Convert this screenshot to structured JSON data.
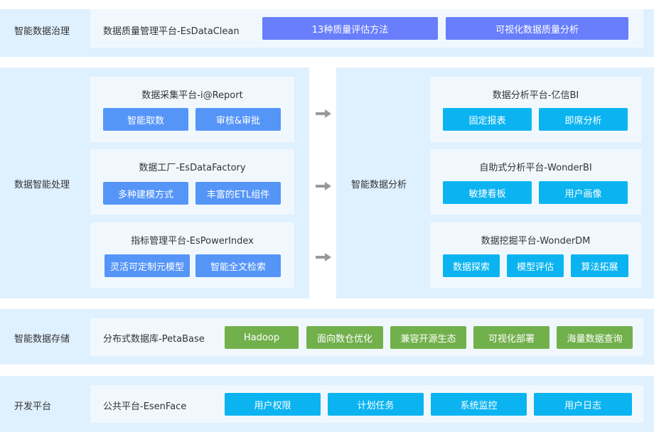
{
  "colors": {
    "panel": "#dff0fe",
    "inner": "#f0f8fe",
    "purple": "#687efb",
    "blue": "#5595f8",
    "cyan": "#0bb4f1",
    "green": "#72b04c"
  },
  "governance": {
    "label": "智能数据治理",
    "platform": "数据质量管理平台-EsDataClean",
    "buttons": [
      "13种质量评估方法",
      "可视化数据质量分析"
    ]
  },
  "processing": {
    "label": "数据智能处理",
    "cards": [
      {
        "title": "数据采集平台-i@Report",
        "buttons": [
          "智能取数",
          "审核&审批"
        ]
      },
      {
        "title": "数据工厂-EsDataFactory",
        "buttons": [
          "多种建模方式",
          "丰富的ETL组件"
        ]
      },
      {
        "title": "指标管理平台-EsPowerIndex",
        "buttons": [
          "灵活可定制元模型",
          "智能全文检索"
        ]
      }
    ]
  },
  "analysis": {
    "label": "智能数据分析",
    "cards": [
      {
        "title": "数据分析平台-亿信BI",
        "buttons": [
          "固定报表",
          "即席分析"
        ]
      },
      {
        "title": "自助式分析平台-WonderBI",
        "buttons": [
          "敏捷看板",
          "用户画像"
        ]
      },
      {
        "title": "数据挖掘平台-WonderDM",
        "buttons": [
          "数据探索",
          "模型评估",
          "算法拓展"
        ]
      }
    ]
  },
  "storage": {
    "label": "智能数据存储",
    "platform": "分布式数据库-PetaBase",
    "buttons": [
      "Hadoop",
      "面向数仓优化",
      "兼容开源生态",
      "可视化部署",
      "海量数据查询"
    ]
  },
  "devplatform": {
    "label": "开发平台",
    "platform": "公共平台-EsenFace",
    "buttons": [
      "用户权限",
      "计划任务",
      "系统监控",
      "用户日志"
    ]
  },
  "icons": {
    "arrow": "arrow-right-icon"
  }
}
